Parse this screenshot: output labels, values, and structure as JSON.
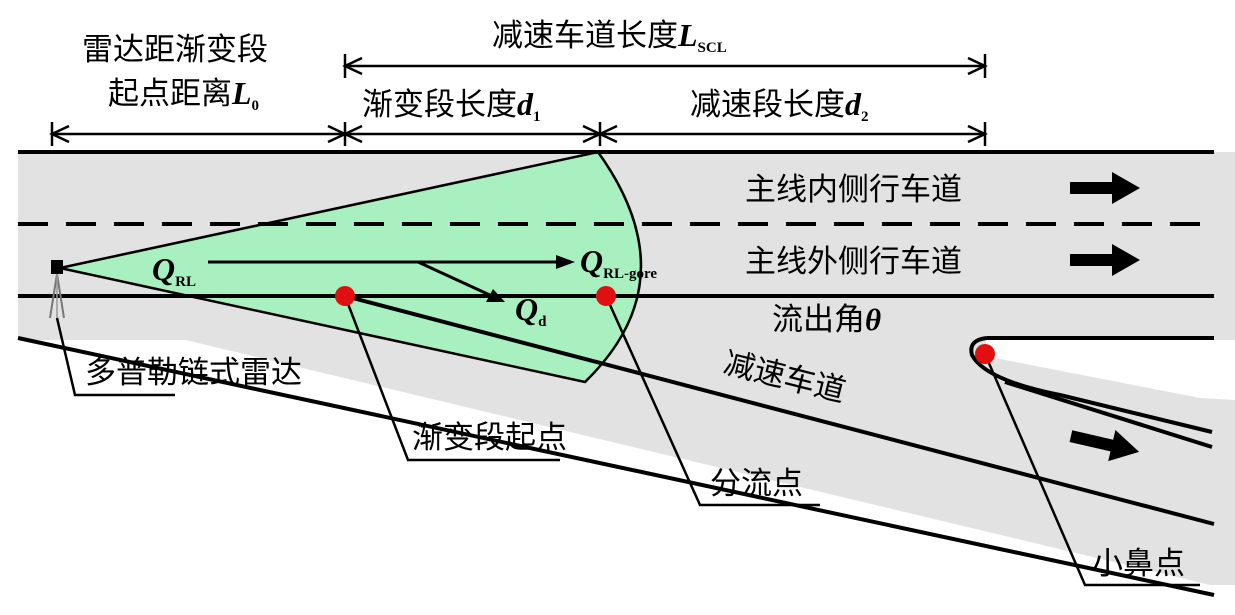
{
  "dimensions": {
    "radar_to_taper": {
      "line1": "雷达距渐变段",
      "line2": "起点距离",
      "symbol": "L",
      "subscript": "0"
    },
    "decel_lane_length": {
      "text": "减速车道长度",
      "symbol": "L",
      "subscript": "SCL"
    },
    "taper_length": {
      "text": "渐变段长度",
      "symbol": "d",
      "subscript": "1"
    },
    "decel_section_length": {
      "text": "减速段长度",
      "symbol": "d",
      "subscript": "2"
    }
  },
  "lanes": {
    "inner": "主线内侧行车道",
    "outer": "主线外侧行车道",
    "decel": "减速车道",
    "diverge_angle": {
      "text": "流出角",
      "symbol": "θ"
    }
  },
  "flows": {
    "q_rl": {
      "symbol": "Q",
      "subscript": "RL"
    },
    "q_gore": {
      "symbol": "Q",
      "subscript": "RL-gore"
    },
    "q_d": {
      "symbol": "Q",
      "subscript": "d"
    }
  },
  "callouts": {
    "radar": "多普勒链式雷达",
    "taper_start": "渐变段起点",
    "diverge_point": "分流点",
    "gore_nose": "小鼻点"
  },
  "colors": {
    "road": "#e2e2e2",
    "coverage": "#a8f0c0",
    "marker": "#e01010",
    "line": "#000000"
  }
}
